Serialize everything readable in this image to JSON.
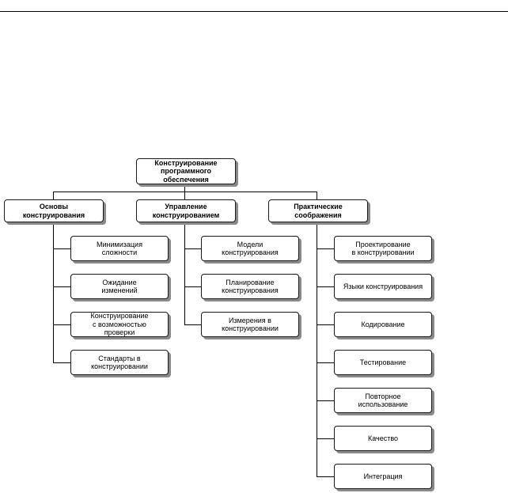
{
  "diagram": {
    "root": {
      "label": "Конструирование\nпрограммного\nобеспечения"
    },
    "branches": [
      {
        "label": "Основы\nконструирования",
        "children": [
          {
            "label": "Минимизация\nсложности"
          },
          {
            "label": "Ожидание\nизменений"
          },
          {
            "label": "Конструирование\nс возможностью\nпроверки"
          },
          {
            "label": "Стандарты в\nконструировании"
          }
        ]
      },
      {
        "label": "Управление\nконструированием",
        "children": [
          {
            "label": "Модели\nконструирования"
          },
          {
            "label": "Планирование\nконструирования"
          },
          {
            "label": "Измерения в\nконструировании"
          }
        ]
      },
      {
        "label": "Практические\nсоображения",
        "children": [
          {
            "label": "Проектирование\nв конструировании"
          },
          {
            "label": "Языки конструирования"
          },
          {
            "label": "Кодирование"
          },
          {
            "label": "Тестирование"
          },
          {
            "label": "Повторное\nиспользование"
          },
          {
            "label": "Качество"
          },
          {
            "label": "Интеграция"
          }
        ]
      }
    ]
  }
}
